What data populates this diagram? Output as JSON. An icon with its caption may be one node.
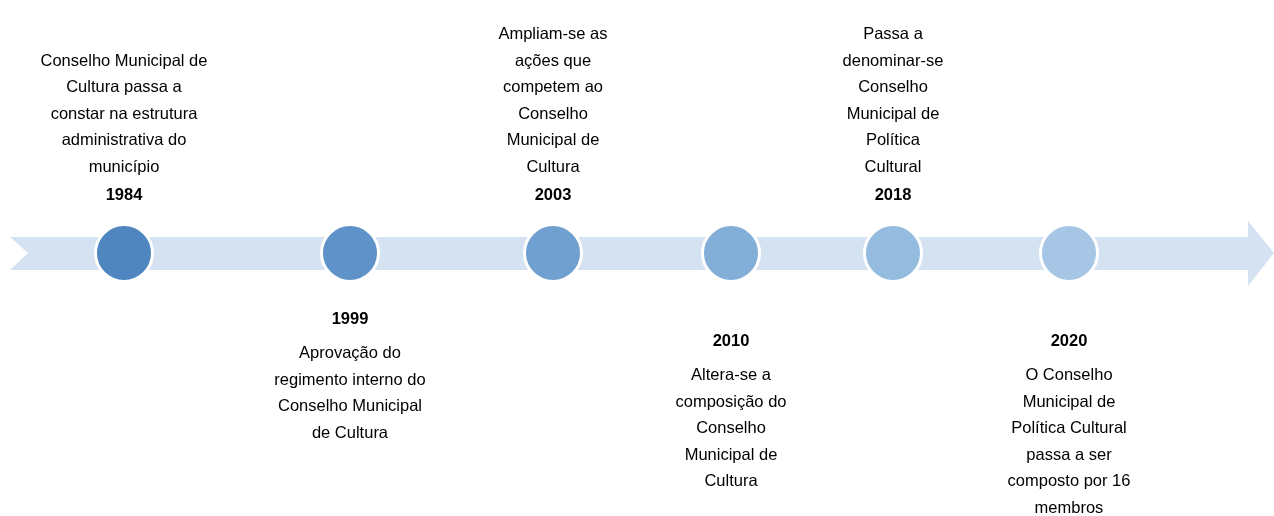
{
  "diagram": {
    "nodes": [
      {
        "text": [],
        "shape": "circle",
        "beside": [
          "Conselho Municipal de Cultura passa a constar na estrutura administrativa do município",
          "1984"
        ]
      },
      {
        "text": [],
        "shape": "circle",
        "beside": [
          "1999",
          "Aprovação do regimento interno do Conselho Municipal de Cultura"
        ]
      },
      {
        "text": [],
        "shape": "circle",
        "beside": [
          "Ampliam-se as ações que competem ao Conselho Municipal de Cultura",
          "2003"
        ]
      },
      {
        "text": [],
        "shape": "circle",
        "beside": [
          "2010",
          "Altera-se a composição do Conselho Municipal de Cultura"
        ]
      },
      {
        "text": [],
        "shape": "circle",
        "beside": [
          "Passa a denominar-se Conselho Municipal de Política Cultural",
          "2018"
        ]
      },
      {
        "text": [],
        "shape": "circle",
        "beside": [
          "2020",
          "O Conselho Municipal de Política Cultural passa a ser composto por 16 membros"
        ]
      }
    ]
  }
}
